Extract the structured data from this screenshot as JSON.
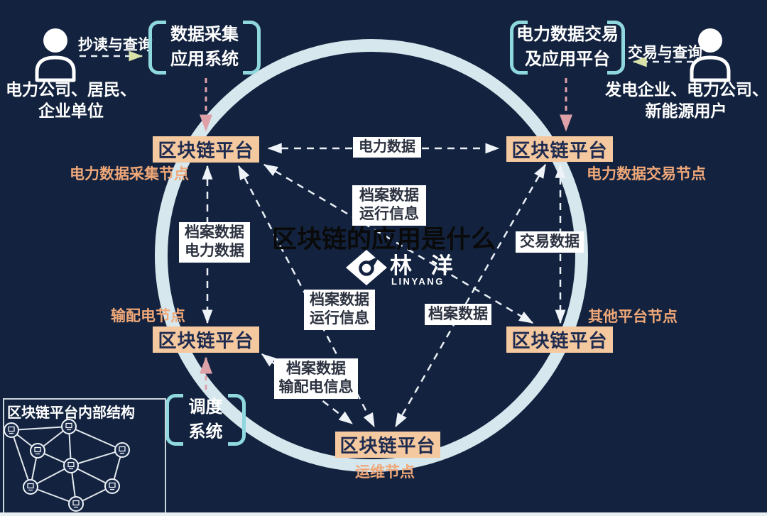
{
  "page_title": "区块链的应用是什么",
  "logo": {
    "cn": "林 洋",
    "en": "LINYANG"
  },
  "actors": {
    "left": {
      "line1": "电力公司、居民、",
      "line2": "企业单位",
      "action": "抄读与查询"
    },
    "right": {
      "line1": "发电企业、电力公司、",
      "line2": "新能源用户",
      "action": "交易与查询"
    }
  },
  "systems": {
    "collection": {
      "line1": "数据采集",
      "line2": "应用系统"
    },
    "trading": {
      "line1": "电力数据交易",
      "line2": "及应用平台"
    },
    "dispatch": {
      "line1": "调度",
      "line2": "系统"
    }
  },
  "platform_label": "区块链平台",
  "node_captions": {
    "collect": "电力数据采集节点",
    "trade": "电力数据交易节点",
    "transmission": "输配电节点",
    "other": "其他平台节点",
    "operation": "运维节点"
  },
  "data_labels": {
    "power": "电力数据",
    "archive_run_top": {
      "line1": "档案数据",
      "line2": "运行信息"
    },
    "archive_power": {
      "line1": "档案数据",
      "line2": "电力数据"
    },
    "trade_data": "交易数据",
    "archive_run_mid": {
      "line1": "档案数据",
      "line2": "运行信息"
    },
    "archive": "档案数据",
    "archive_trans": {
      "line1": "档案数据",
      "line2": "输配电信息"
    }
  },
  "panel": {
    "title": "区块链平台内部结构"
  },
  "colors": {
    "background": "#13233f",
    "ring": "#d7e7ee",
    "platform_box": "#f5c99f",
    "platform_box_text": "#1e2b50",
    "node_caption": "#f0a878",
    "bracket": "#8fd8de",
    "pink_arrow": "#dfa1a8",
    "pale_arrow": "#d9e2a9",
    "title_text": "#0a0a0a"
  }
}
